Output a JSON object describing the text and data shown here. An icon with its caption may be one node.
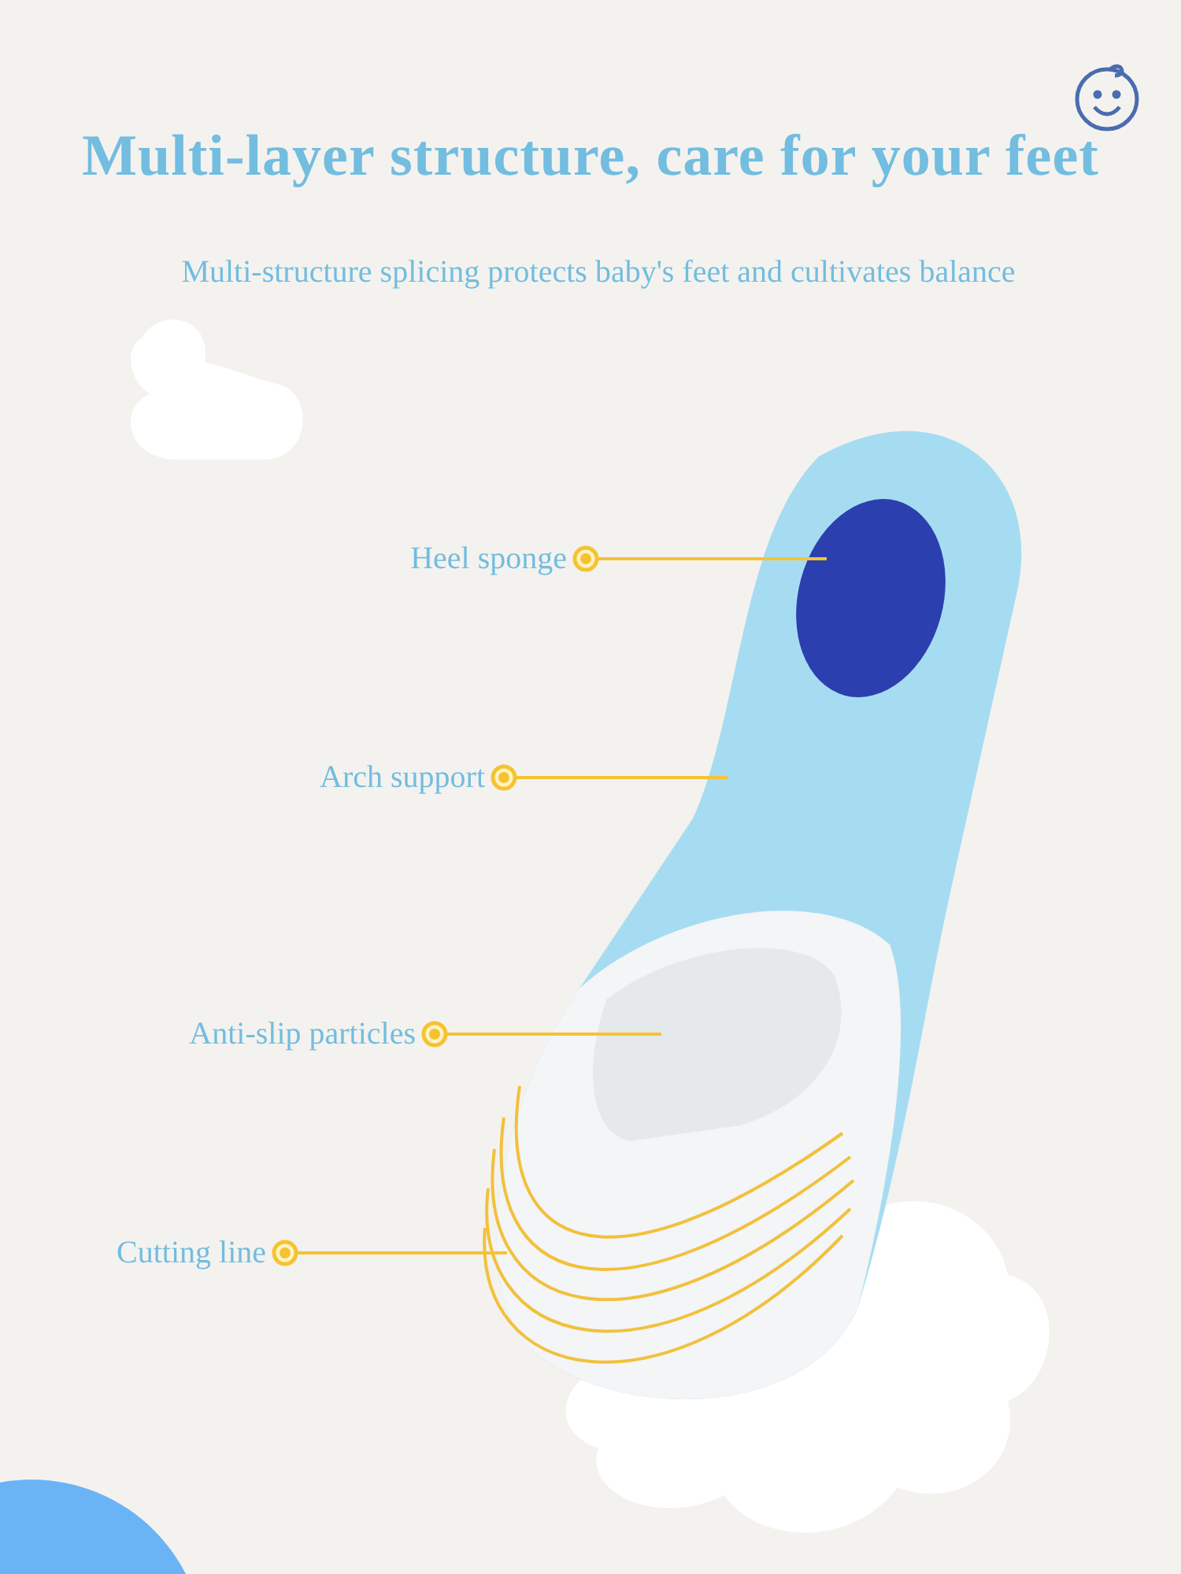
{
  "diagram": {
    "title": "Multi-layer structure, care for your feet",
    "nodes": [
      {
        "text": [
          "Heel sponge"
        ]
      },
      {
        "text": [
          "Arch support"
        ]
      },
      {
        "text": [
          "Anti-slip particles"
        ]
      },
      {
        "text": [
          "Cutting line"
        ]
      }
    ],
    "edges": [
      {
        "from": 0,
        "to": null,
        "arrow": "other"
      },
      {
        "from": 1,
        "to": null,
        "arrow": "other"
      },
      {
        "from": 2,
        "to": null,
        "arrow": "other"
      },
      {
        "from": 3,
        "to": null,
        "arrow": "other"
      }
    ],
    "labels": [
      "Multi-structure splicing protects baby's feet and cultivates balance"
    ]
  }
}
